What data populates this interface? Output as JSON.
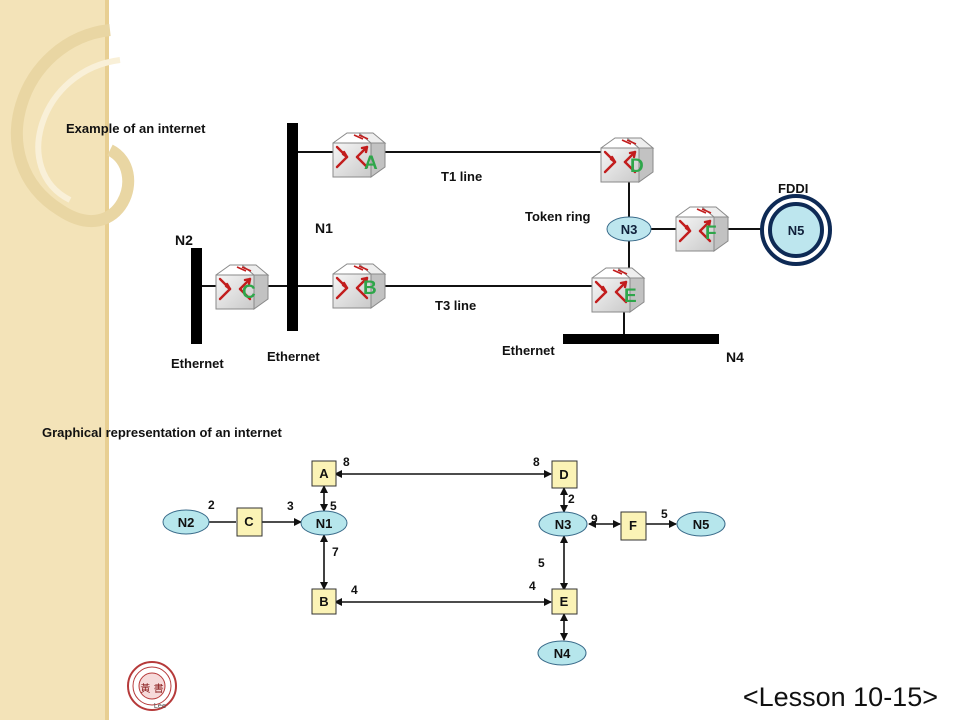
{
  "sections": {
    "example_title": "Example of an internet",
    "graph_title": "Graphical representation of an internet"
  },
  "network_labels": {
    "t1": "T1 line",
    "t3": "T3 line",
    "token_ring": "Token ring",
    "fddi": "FDDI",
    "n1": "N1",
    "n2": "N2",
    "n4": "N4",
    "eth_n2": "Ethernet",
    "eth_n1": "Ethernet",
    "eth_n4": "Ethernet"
  },
  "routers": {
    "a": "A",
    "b": "B",
    "c": "C",
    "d": "D",
    "e": "E",
    "f": "F"
  },
  "ring_nodes": {
    "n3": "N3",
    "n5": "N5"
  },
  "graph": {
    "nodes": {
      "a": "A",
      "b": "B",
      "c": "C",
      "d": "D",
      "e": "E",
      "f": "F",
      "n1": "N1",
      "n2": "N2",
      "n3": "N3",
      "n4": "N4",
      "n5": "N5"
    },
    "weights": {
      "a_d_left": "8",
      "a_d_right": "8",
      "n2_c": "2",
      "c_n1": "3",
      "a_n1": "5",
      "n1_b": "7",
      "b_e_left": "4",
      "b_e_right": "4",
      "d_n3": "2",
      "n3_f": "9",
      "f_n5": "5",
      "n3_e": "5"
    }
  },
  "footer": "<Lesson 10-15>",
  "logo": {
    "text": "黃 書",
    "caption": "Lee"
  },
  "colors": {
    "router_label": "#2ea64a",
    "graph_router_fill": "#fbf3b6",
    "graph_network_fill": "#b6e6ec",
    "ring_node_fill": "#bde6ee"
  }
}
